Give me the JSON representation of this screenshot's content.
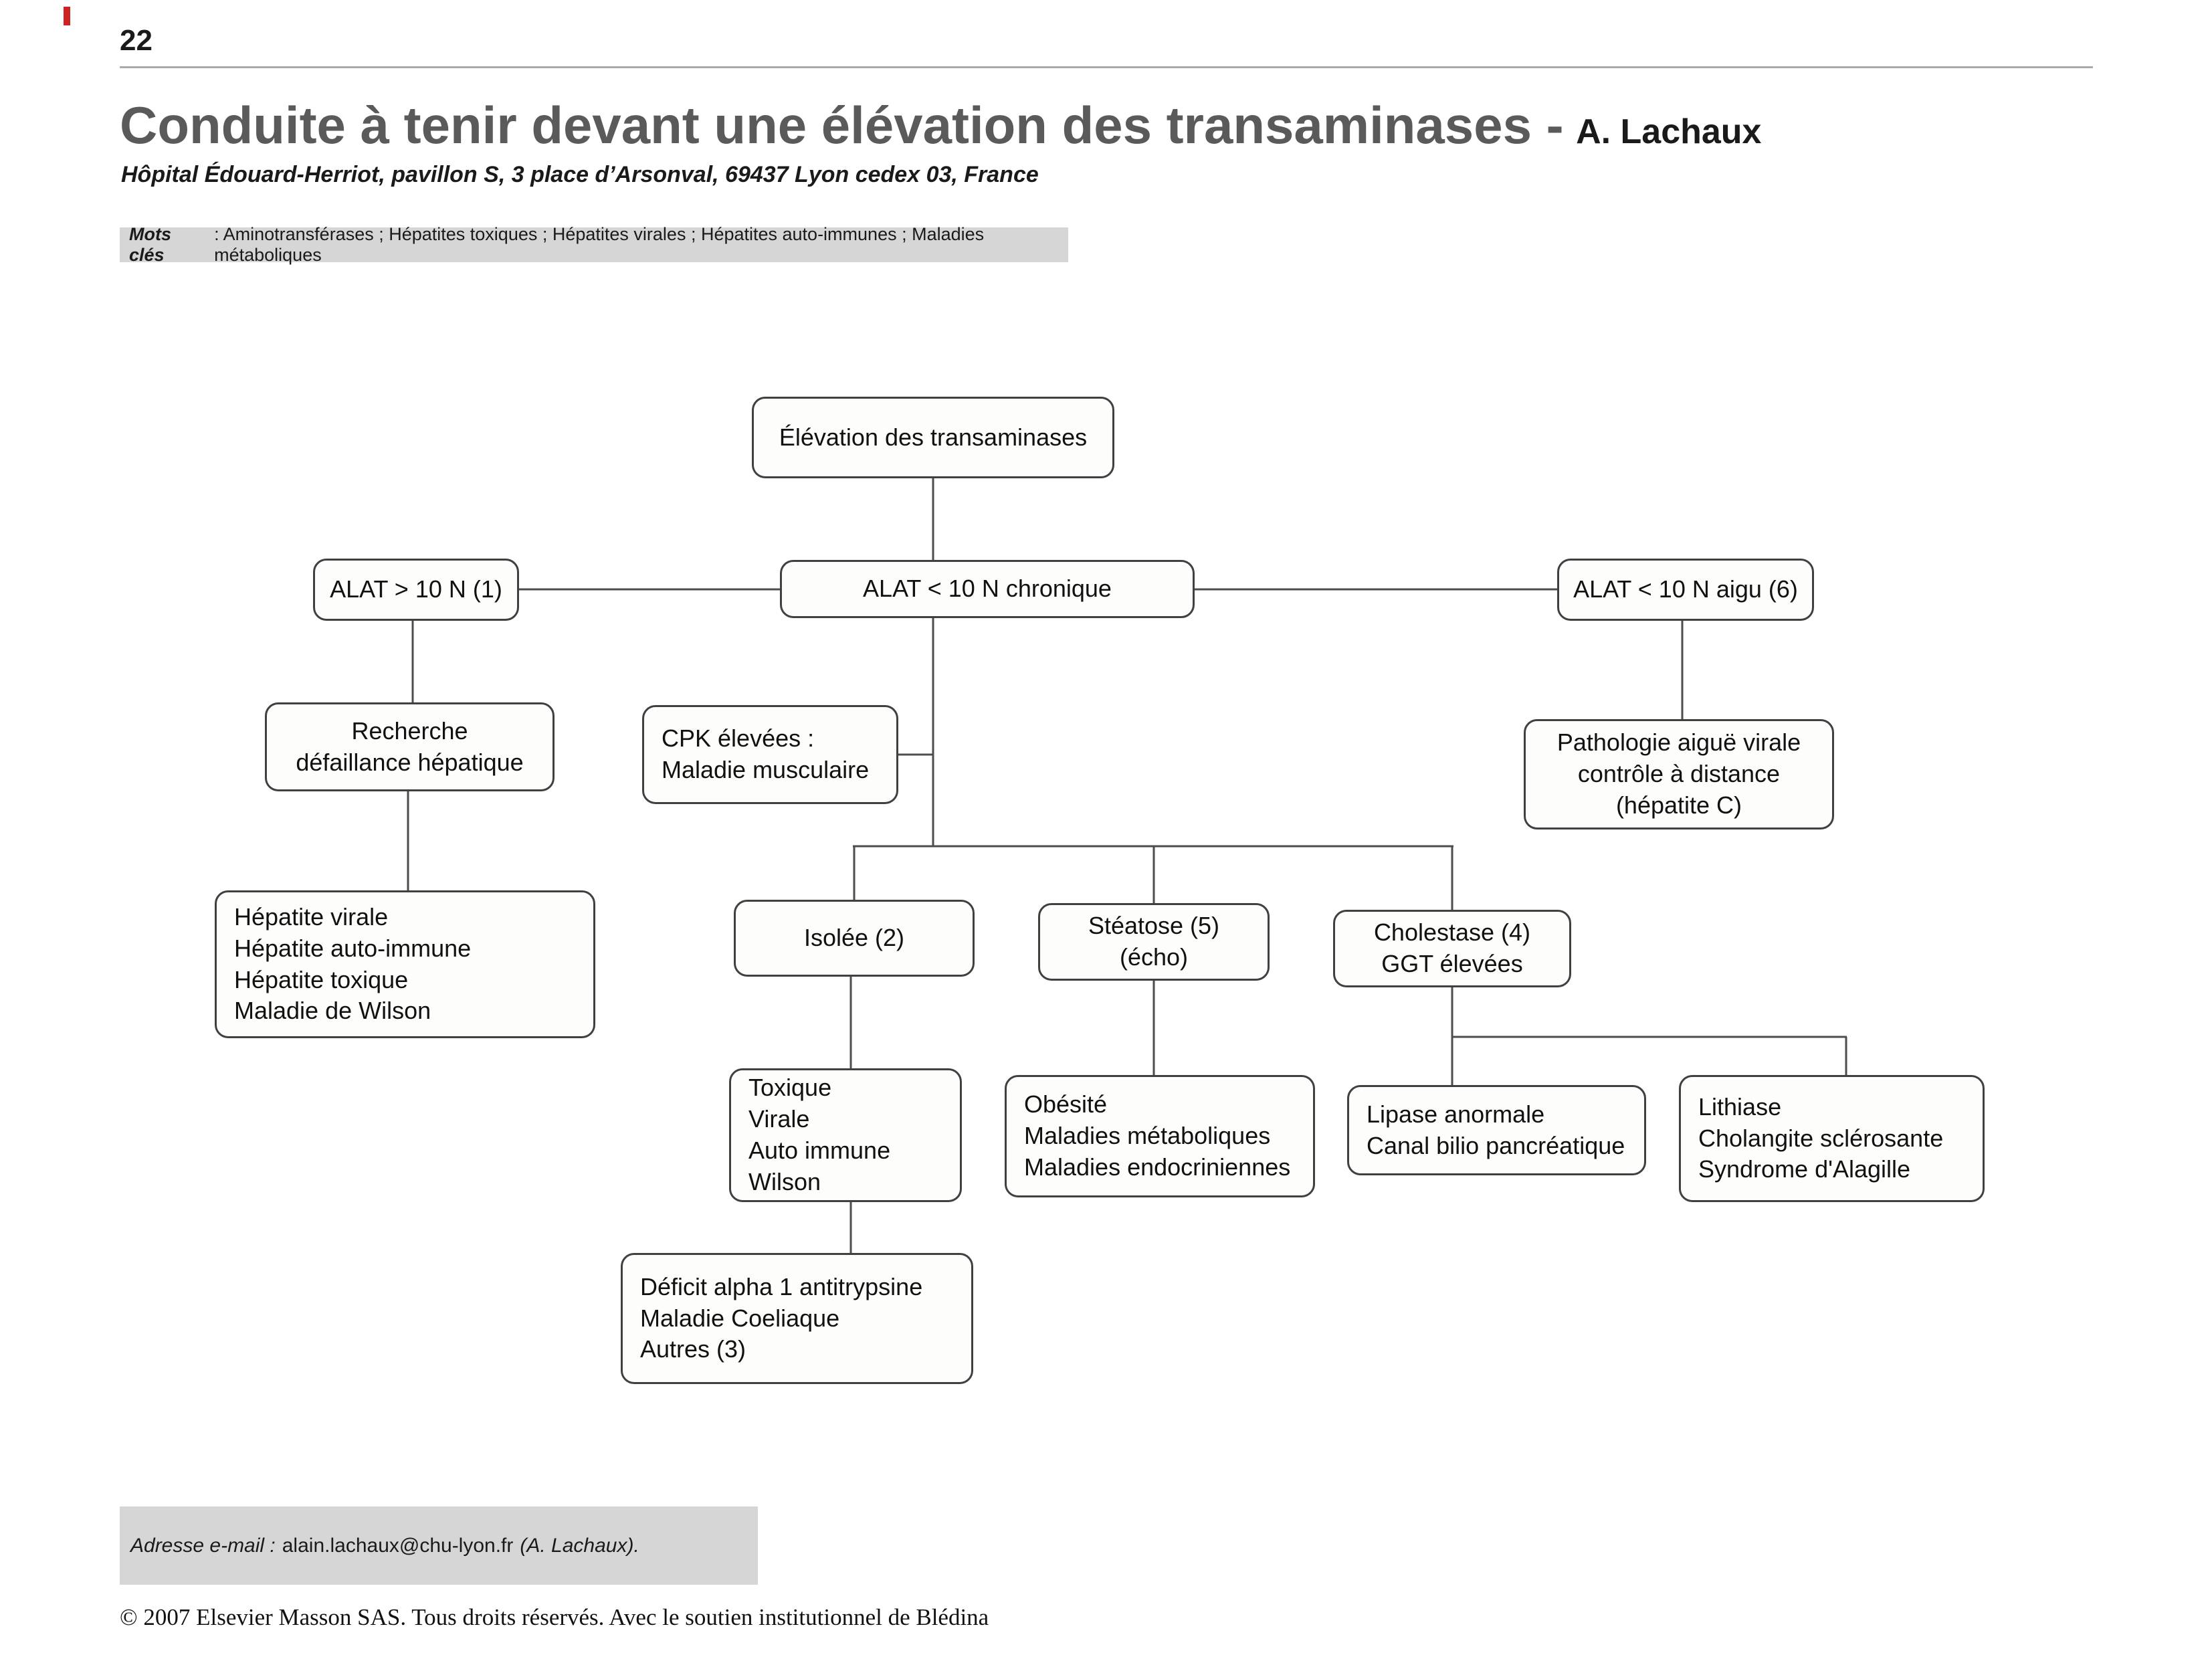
{
  "page": {
    "number": "22",
    "title": "Conduite à tenir devant une élévation des transaminases -",
    "author": "A. Lachaux",
    "affiliation": "Hôpital Édouard-Herriot, pavillon S, 3 place d’Arsonval, 69437 Lyon cedex 03, France",
    "keywords_label": "Mots clés",
    "keywords_text": ": Aminotransférases ; Hépatites toxiques ; Hépatites virales ; Hépatites auto-immunes ; Maladies métaboliques",
    "email_label": "Adresse e-mail :",
    "email_address": "alain.lachaux@chu-lyon.fr",
    "email_suffix": "(A. Lachaux).",
    "copyright": "© 2007 Elsevier Masson SAS. Tous droits réservés. Avec le soutien institutionnel de Blédina"
  },
  "flowchart": {
    "nodes": {
      "root": "Élévation des transaminases",
      "alat_gt_10": "ALAT > 10 N (1)",
      "alat_lt_10_chronique": "ALAT < 10 N chronique",
      "alat_lt_10_aigu": "ALAT < 10 N aigu (6)",
      "recherche": "Recherche\ndéfaillance hépatique",
      "cpk": "CPK élevées :\nMaladie musculaire",
      "pathologie": "Pathologie aiguë virale\ncontrôle à distance\n(hépatite C)",
      "hepatites": "Hépatite virale\nHépatite auto-immune\nHépatite toxique\nMaladie de Wilson",
      "isolee": "Isolée (2)",
      "steatose": "Stéatose (5)\n(écho)",
      "cholestase": "Cholestase (4)\nGGT élevées",
      "toxique": "Toxique\nVirale\nAuto immune\nWilson",
      "obesite": "Obésité\nMaladies métaboliques\nMaladies endocriniennes",
      "lipase": "Lipase anormale\nCanal bilio pancréatique",
      "lithiase": "Lithiase\nCholangite sclérosante\nSyndrome d'Alagille",
      "deficit": "Déficit alpha 1 antitrypsine\nMaladie Coeliaque\nAutres (3)"
    }
  }
}
